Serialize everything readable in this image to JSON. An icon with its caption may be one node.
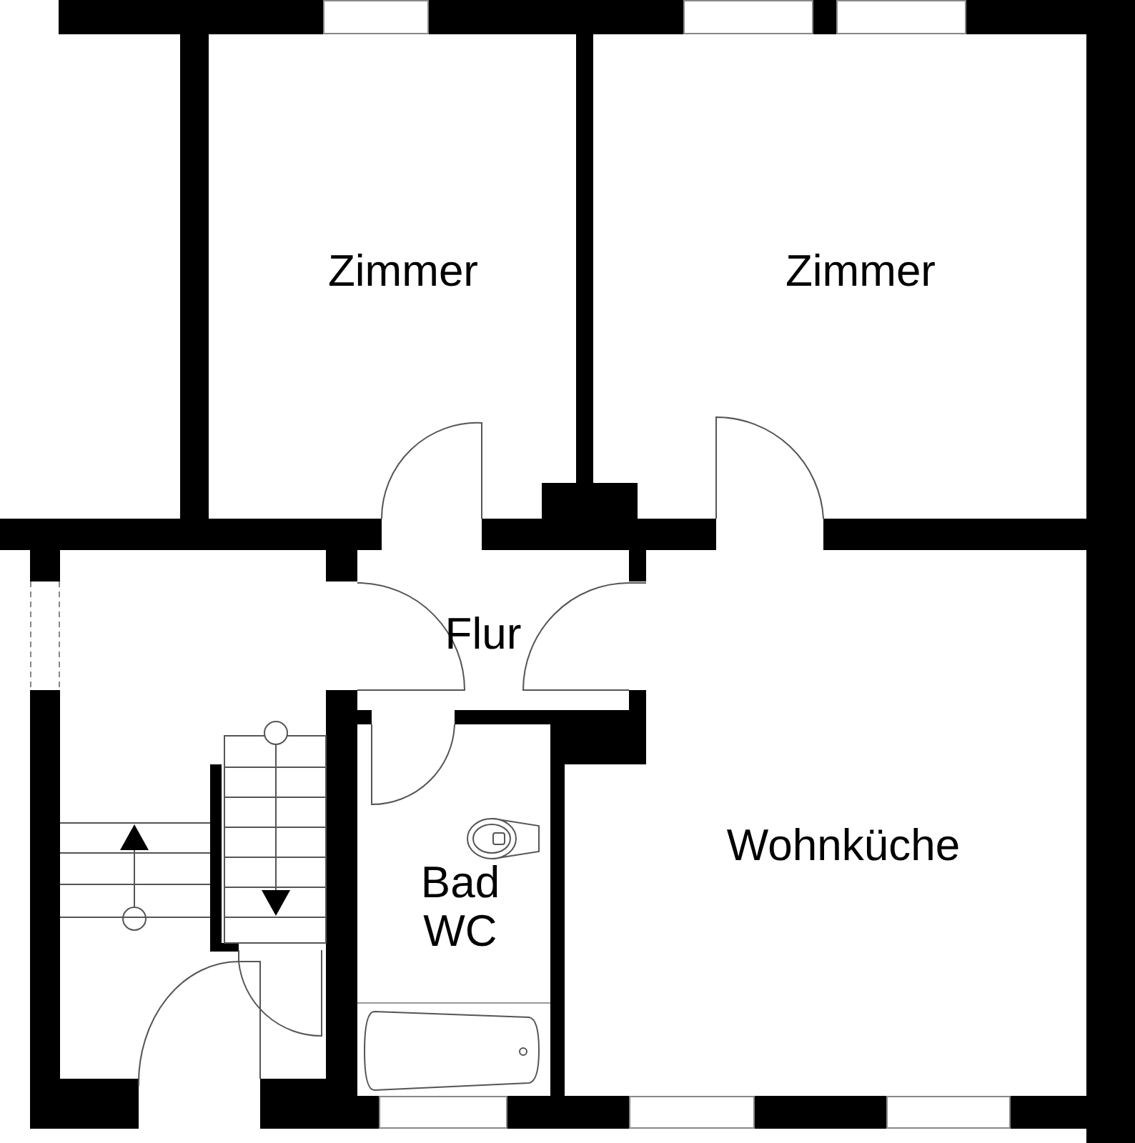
{
  "diagram": {
    "labels": [
      "Zimmer",
      "Zimmer",
      "Flur",
      "Bad WC",
      "Wohnküche"
    ]
  }
}
